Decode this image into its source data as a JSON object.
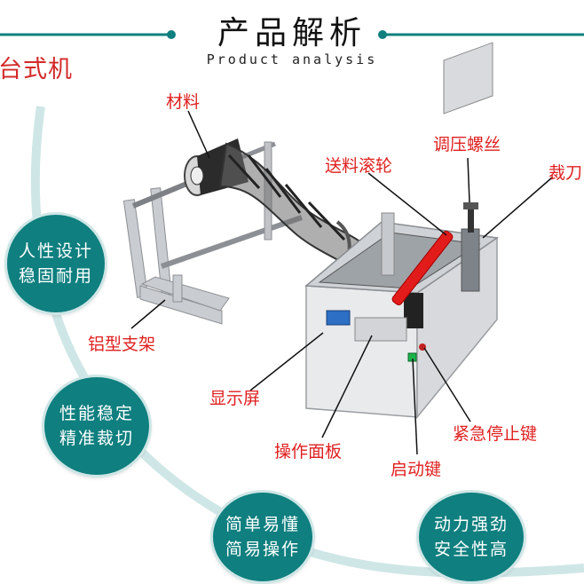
{
  "header": {
    "title_cn": "产品解析",
    "title_en": "Product analysis",
    "machine_type": "台式机"
  },
  "callouts": {
    "material": "材料",
    "feed_roller": "送料滚轮",
    "pressure_screw": "调压螺丝",
    "cutter": "裁刀",
    "aluminum_frame": "铝型支架",
    "display": "显示屏",
    "operation_panel": "操作面板",
    "emergency_stop": "紧急停止键",
    "start_key": "启动键"
  },
  "features": [
    {
      "line1": "人性设计",
      "line2": "稳固耐用"
    },
    {
      "line1": "性能稳定",
      "line2": "精准裁切"
    },
    {
      "line1": "简单易懂",
      "line2": "简易操作"
    },
    {
      "line1": "动力强劲",
      "line2": "安全性高"
    }
  ],
  "colors": {
    "accent_teal": "#0f7f7f",
    "label_red": "#e02020"
  }
}
